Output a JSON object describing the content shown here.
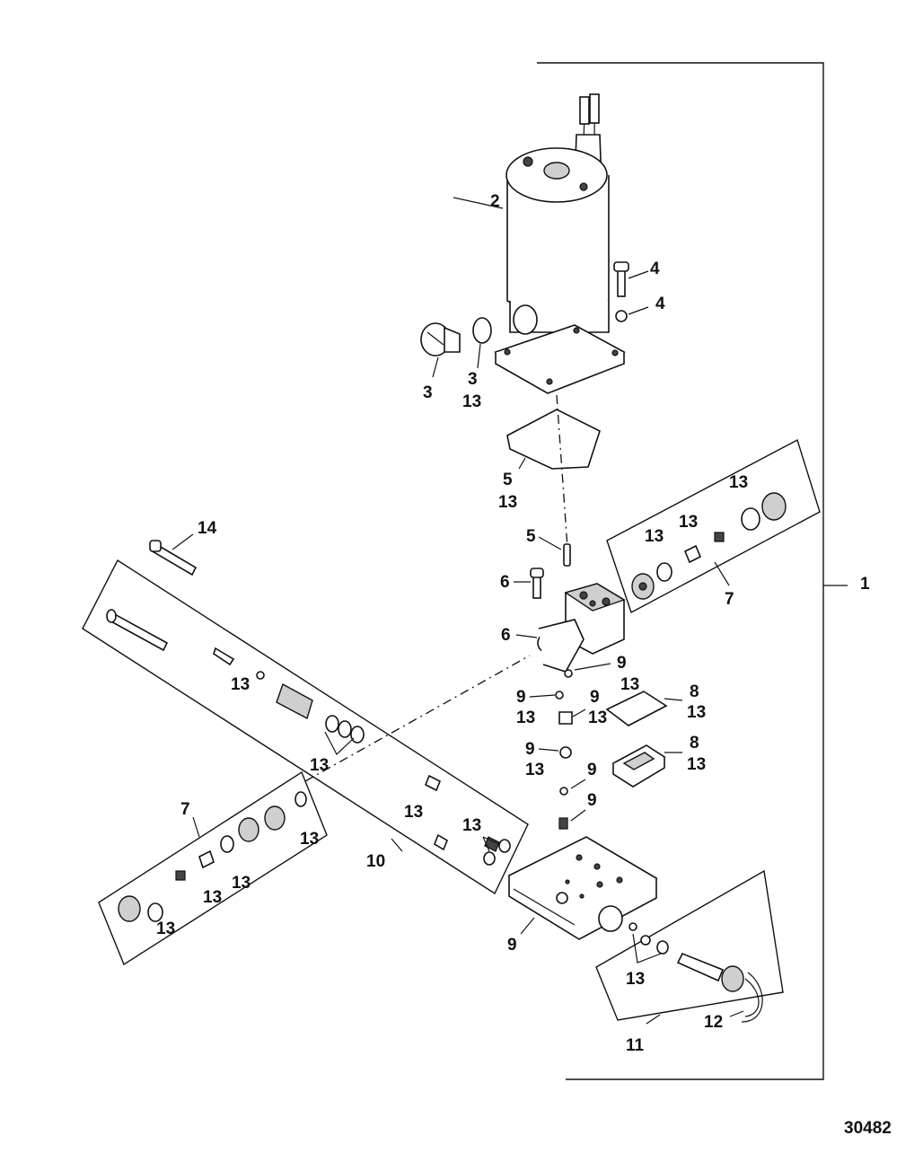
{
  "figure_number": "30482",
  "callouts": {
    "c1": "1",
    "c2": "2",
    "c3a": "3",
    "c3b": "3",
    "c3b_13": "13",
    "c4a": "4",
    "c4b": "4",
    "c5a": "5",
    "c5a_13": "13",
    "c5b": "5",
    "c6a": "6",
    "c6b": "6",
    "c7a": "7",
    "c7b": "7",
    "c8a": "8",
    "c8a_13": "13",
    "c8b": "8",
    "c8b_13": "13",
    "c9a": "9",
    "c9a_13": "13",
    "c9b": "9",
    "c9b_13": "13",
    "c9c": "9",
    "c9c_13": "13",
    "c9d": "9",
    "c9d_13": "13",
    "c9e": "9",
    "c9f": "9",
    "c9g": "9",
    "c10": "10",
    "c11": "11",
    "c12": "12",
    "c14": "14",
    "k7_13a": "13",
    "k7_13b": "13",
    "k7_13c": "13",
    "k10_13a": "13",
    "k10_13b": "13",
    "k10_13c": "13",
    "k10_13d": "13",
    "l7_13a": "13",
    "l7_13b": "13",
    "l7_13c": "13",
    "l7_13d": "13",
    "k11_13": "13"
  }
}
